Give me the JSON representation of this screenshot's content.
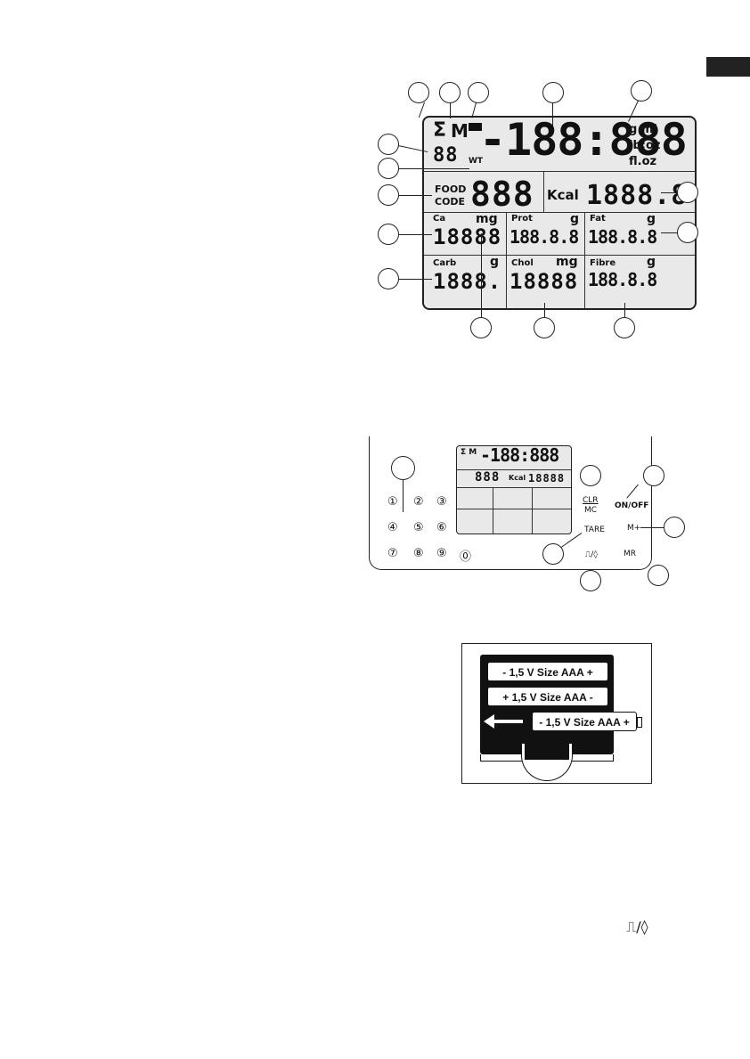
{
  "main_display": {
    "sigma": "Σ",
    "memory": "M",
    "small_digits": "88",
    "wt": "WT",
    "weight_digits": "-188:888",
    "unit_gml": "g ml",
    "unit_lboz": "lb:oz",
    "unit_floz": "fl.oz",
    "food_code_line1": "FOOD",
    "food_code_line2": "CODE",
    "food_code_digits": "888",
    "kcal_label": "Kcal",
    "kcal_digits": "1888.8",
    "nutrients": [
      {
        "label": "Ca",
        "unit": "mg",
        "digits": "18888"
      },
      {
        "label": "Prot",
        "unit": "g",
        "digits": "188.8.8"
      },
      {
        "label": "Fat",
        "unit": "g",
        "digits": "188.8.8"
      },
      {
        "label": "Carb",
        "unit": "g",
        "digits": "1888."
      },
      {
        "label": "Chol",
        "unit": "mg",
        "digits": "18888"
      },
      {
        "label": "Fibre",
        "unit": "g",
        "digits": "188.8.8"
      }
    ]
  },
  "keypad": {
    "keys": [
      "①",
      "②",
      "③",
      "④",
      "⑤",
      "⑥",
      "⑦",
      "⑧",
      "⑨",
      "⓪"
    ],
    "clr_top": "CLR",
    "clr_bottom": "MC",
    "on_off": "ON/OFF",
    "tare": "TARE",
    "m_plus": "M+",
    "mr": "MR",
    "mode_symbol": "⎍/◊"
  },
  "mini_display": {
    "weight_digits": "-188:888",
    "food_digits": "888",
    "kcal_label": "Kcal",
    "kcal_digits": "18888"
  },
  "battery": {
    "cell1": "-  1,5 V Size AAA  +",
    "cell2": "+  1,5 V Size AAA  -",
    "cell3": "-  1,5 V Size AAA  +"
  },
  "footer": {
    "mode_symbol": "⎍/◊"
  }
}
